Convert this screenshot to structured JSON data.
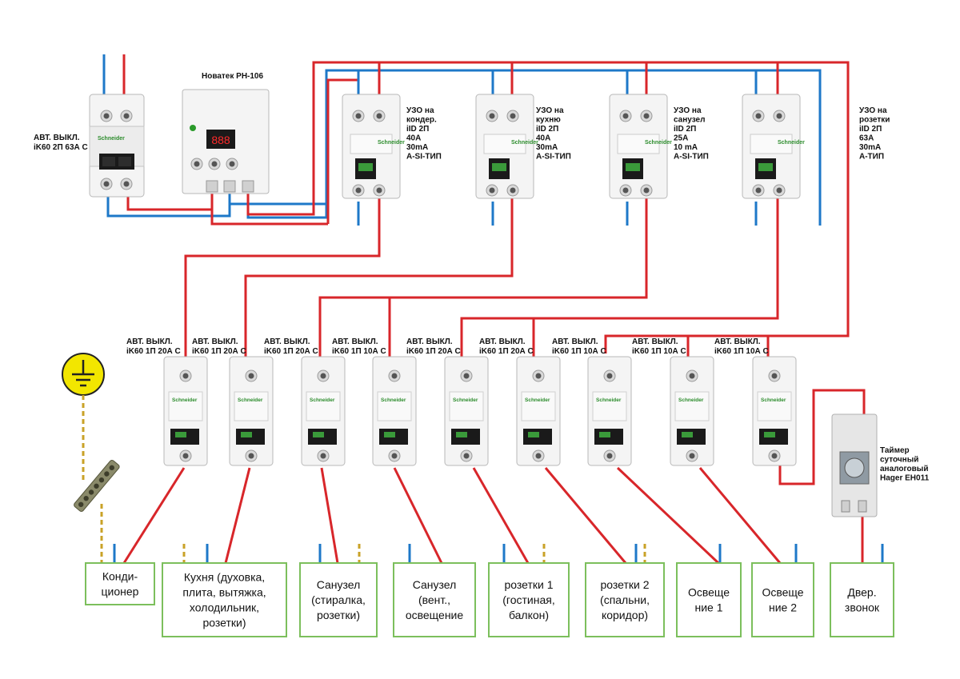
{
  "colors": {
    "phase": "#d8262a",
    "neutral": "#1e78c8",
    "earth": "#c9a227",
    "box_border": "#7cbf5c",
    "ground_symbol": "#f2e600"
  },
  "main_breaker": {
    "line1": "АВТ. ВЫКЛ.",
    "line2": "iK60 2П 63А С"
  },
  "relay": {
    "title": "Новатек РН-106",
    "display": "888"
  },
  "rcds": [
    {
      "lines": [
        "УЗО на",
        "кондер.",
        "iID 2П",
        "40А",
        "30mA",
        "A-SI-ТИП"
      ]
    },
    {
      "lines": [
        "УЗО на",
        "кухню",
        "iID 2П",
        "40А",
        "30mA",
        "A-SI-ТИП"
      ]
    },
    {
      "lines": [
        "УЗО на",
        "санузел",
        "iID 2П",
        "25А",
        "10 mA",
        "A-SI-ТИП"
      ]
    },
    {
      "lines": [
        "УЗО на",
        "розетки",
        "iID 2П",
        "63А",
        "30mA",
        "А-ТИП"
      ]
    }
  ],
  "breakers": [
    {
      "line1": "АВТ. ВЫКЛ.",
      "line2": "iK60 1П 20А С"
    },
    {
      "line1": "АВТ. ВЫКЛ.",
      "line2": "iK60 1П 20А С"
    },
    {
      "line1": "АВТ. ВЫКЛ.",
      "line2": "iK60 1П 20А С"
    },
    {
      "line1": "АВТ. ВЫКЛ.",
      "line2": "iK60 1П 10А С"
    },
    {
      "line1": "АВТ. ВЫКЛ.",
      "line2": "iK60 1П 20А С"
    },
    {
      "line1": "АВТ. ВЫКЛ.",
      "line2": "iK60 1П 20А С"
    },
    {
      "line1": "АВТ. ВЫКЛ.",
      "line2": "iK60 1П 10А С"
    },
    {
      "line1": "АВТ. ВЫКЛ.",
      "line2": "iK60 1П 10А С"
    },
    {
      "line1": "АВТ. ВЫКЛ.",
      "line2": "iK60 1П 10А С"
    }
  ],
  "timer": {
    "lines": [
      "Таймер",
      "суточный",
      "аналоговый",
      "Hager EH011"
    ]
  },
  "circuits": [
    {
      "lines": [
        "Конди-",
        "ционер"
      ]
    },
    {
      "lines": [
        "Кухня (духовка,",
        "плита, вытяжка,",
        "холодильник,",
        "розетки)"
      ]
    },
    {
      "lines": [
        "Санузел",
        "(стиралка,",
        "розетки)"
      ]
    },
    {
      "lines": [
        "Санузел",
        "(вент.,",
        "освещение"
      ]
    },
    {
      "lines": [
        "розетки 1",
        "(гостиная,",
        "балкон)"
      ]
    },
    {
      "lines": [
        "розетки 2",
        "(спальни,",
        "коридор)"
      ]
    },
    {
      "lines": [
        "Освеще",
        "ние 1"
      ]
    },
    {
      "lines": [
        "Освеще",
        "ние 2"
      ]
    },
    {
      "lines": [
        "Двер.",
        "звонок"
      ]
    }
  ]
}
